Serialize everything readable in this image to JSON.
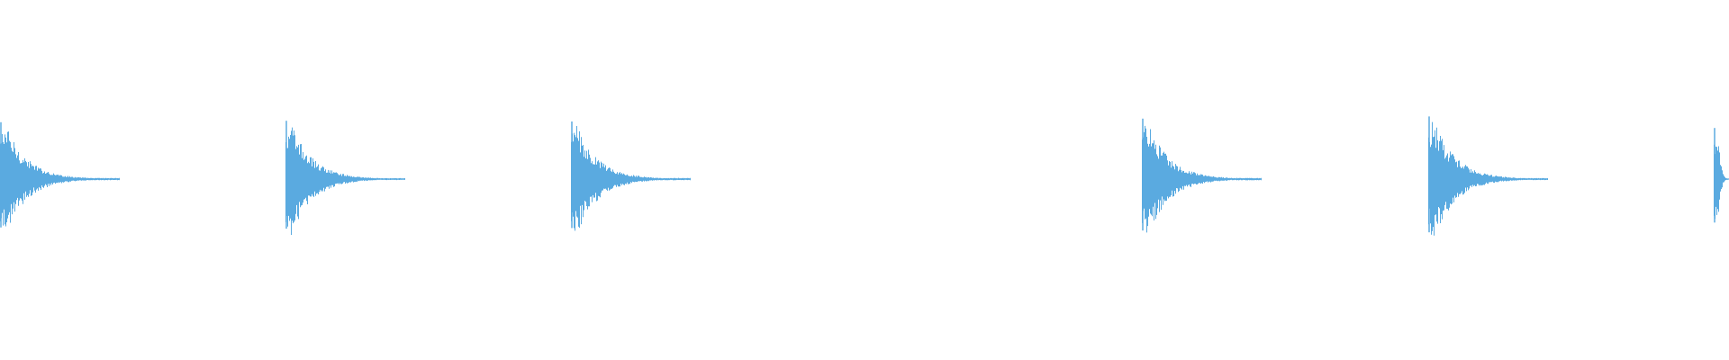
{
  "waveform": {
    "color": "#5aaae0",
    "background": "#ffffff",
    "hits": [
      {
        "index": 1,
        "peak": 0.79,
        "tail_ratio": 0.083
      },
      {
        "index": 2,
        "peak": 0.81,
        "tail_ratio": 0.067
      },
      {
        "index": 3,
        "peak": 0.8,
        "tail_ratio": 0.087
      },
      {
        "index": 4,
        "peak": 0.84,
        "tail_ratio": 0.083
      },
      {
        "index": 5,
        "peak": 0.87,
        "tail_ratio": 0.067
      },
      {
        "index": 6,
        "peak": 0.71,
        "tail_ratio": 0.01
      }
    ]
  }
}
